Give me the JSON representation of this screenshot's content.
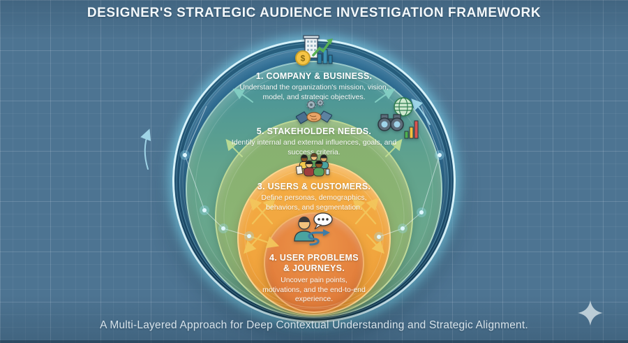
{
  "title": "DESIGNER'S STRATEGIC AUDIENCE INVESTIGATION FRAMEWORK",
  "subtitle": "A Multi-Layered Approach for Deep Contextual Understanding and Strategic Alignment.",
  "layers": [
    {
      "label": "1. COMPANY & BUSINESS.",
      "description": "Understand the organization's mission, vision, model, and strategic objectives.",
      "icon": "company-growth-icon",
      "color": "#61a38d"
    },
    {
      "label": "5. STAKEHOLDER NEEDS.",
      "description": "Identify internal and external influences, goals, and success criteria.",
      "icon": "handshake-gears-icon",
      "color": "#8cb474"
    },
    {
      "label": "3. USERS & CUSTOMERS.",
      "description": "Define personas, demographics, behaviors, and segmentation.",
      "icon": "user-group-icon",
      "color": "#f1a53e"
    },
    {
      "label": "4. USER PROBLEMS & JOURNEYS.",
      "description": "Uncover pain points, motivations, and the end-to-end experience.",
      "icon": "user-journey-icon",
      "color": "#e4823e"
    }
  ],
  "side_icon": "market-research-icon",
  "decorations": [
    "network-nodes",
    "curved-arrows",
    "sparkle-icon",
    "blueprint-grid"
  ],
  "colors": {
    "background": "#4d7492",
    "outer_ring_blue": "#2f6f96",
    "navy_edge": "#1f4f6e",
    "glow_ring": "#d6f2fa",
    "teal_layer": "#61a38d",
    "green_layer": "#8cb474",
    "orange_layer": "#f1a53e",
    "inner_orange": "#e4823e"
  }
}
